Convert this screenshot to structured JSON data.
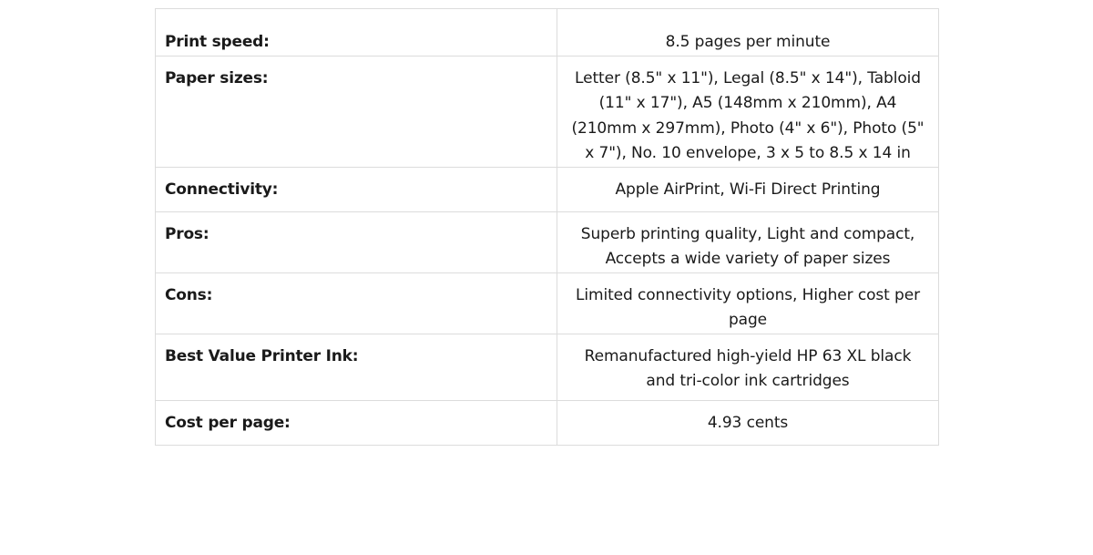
{
  "specs": {
    "rows": [
      {
        "label": "Print speed:",
        "value": "8.5 pages per minute"
      },
      {
        "label": "Paper sizes:",
        "value": "Letter (8.5\" x 11\"), Legal (8.5\" x 14\"), Tabloid (11\" x 17\"), A5 (148mm x 210mm), A4 (210mm x 297mm), Photo (4\" x 6\"), Photo (5\" x 7\"), No. 10 envelope, 3 x 5 to 8.5 x 14 in"
      },
      {
        "label": "Connectivity:",
        "value": "Apple AirPrint, Wi-Fi Direct Printing"
      },
      {
        "label": "Pros:",
        "value": "Superb printing quality, Light and compact, Accepts a wide variety of paper sizes"
      },
      {
        "label": "Cons:",
        "value": "Limited connectivity options, Higher cost per page"
      },
      {
        "label": "Best Value Printer Ink:",
        "value": "Remanufactured high-yield HP 63 XL black and tri-color ink cartridges"
      },
      {
        "label": "Cost per page:",
        "value": "4.93 cents"
      }
    ]
  }
}
